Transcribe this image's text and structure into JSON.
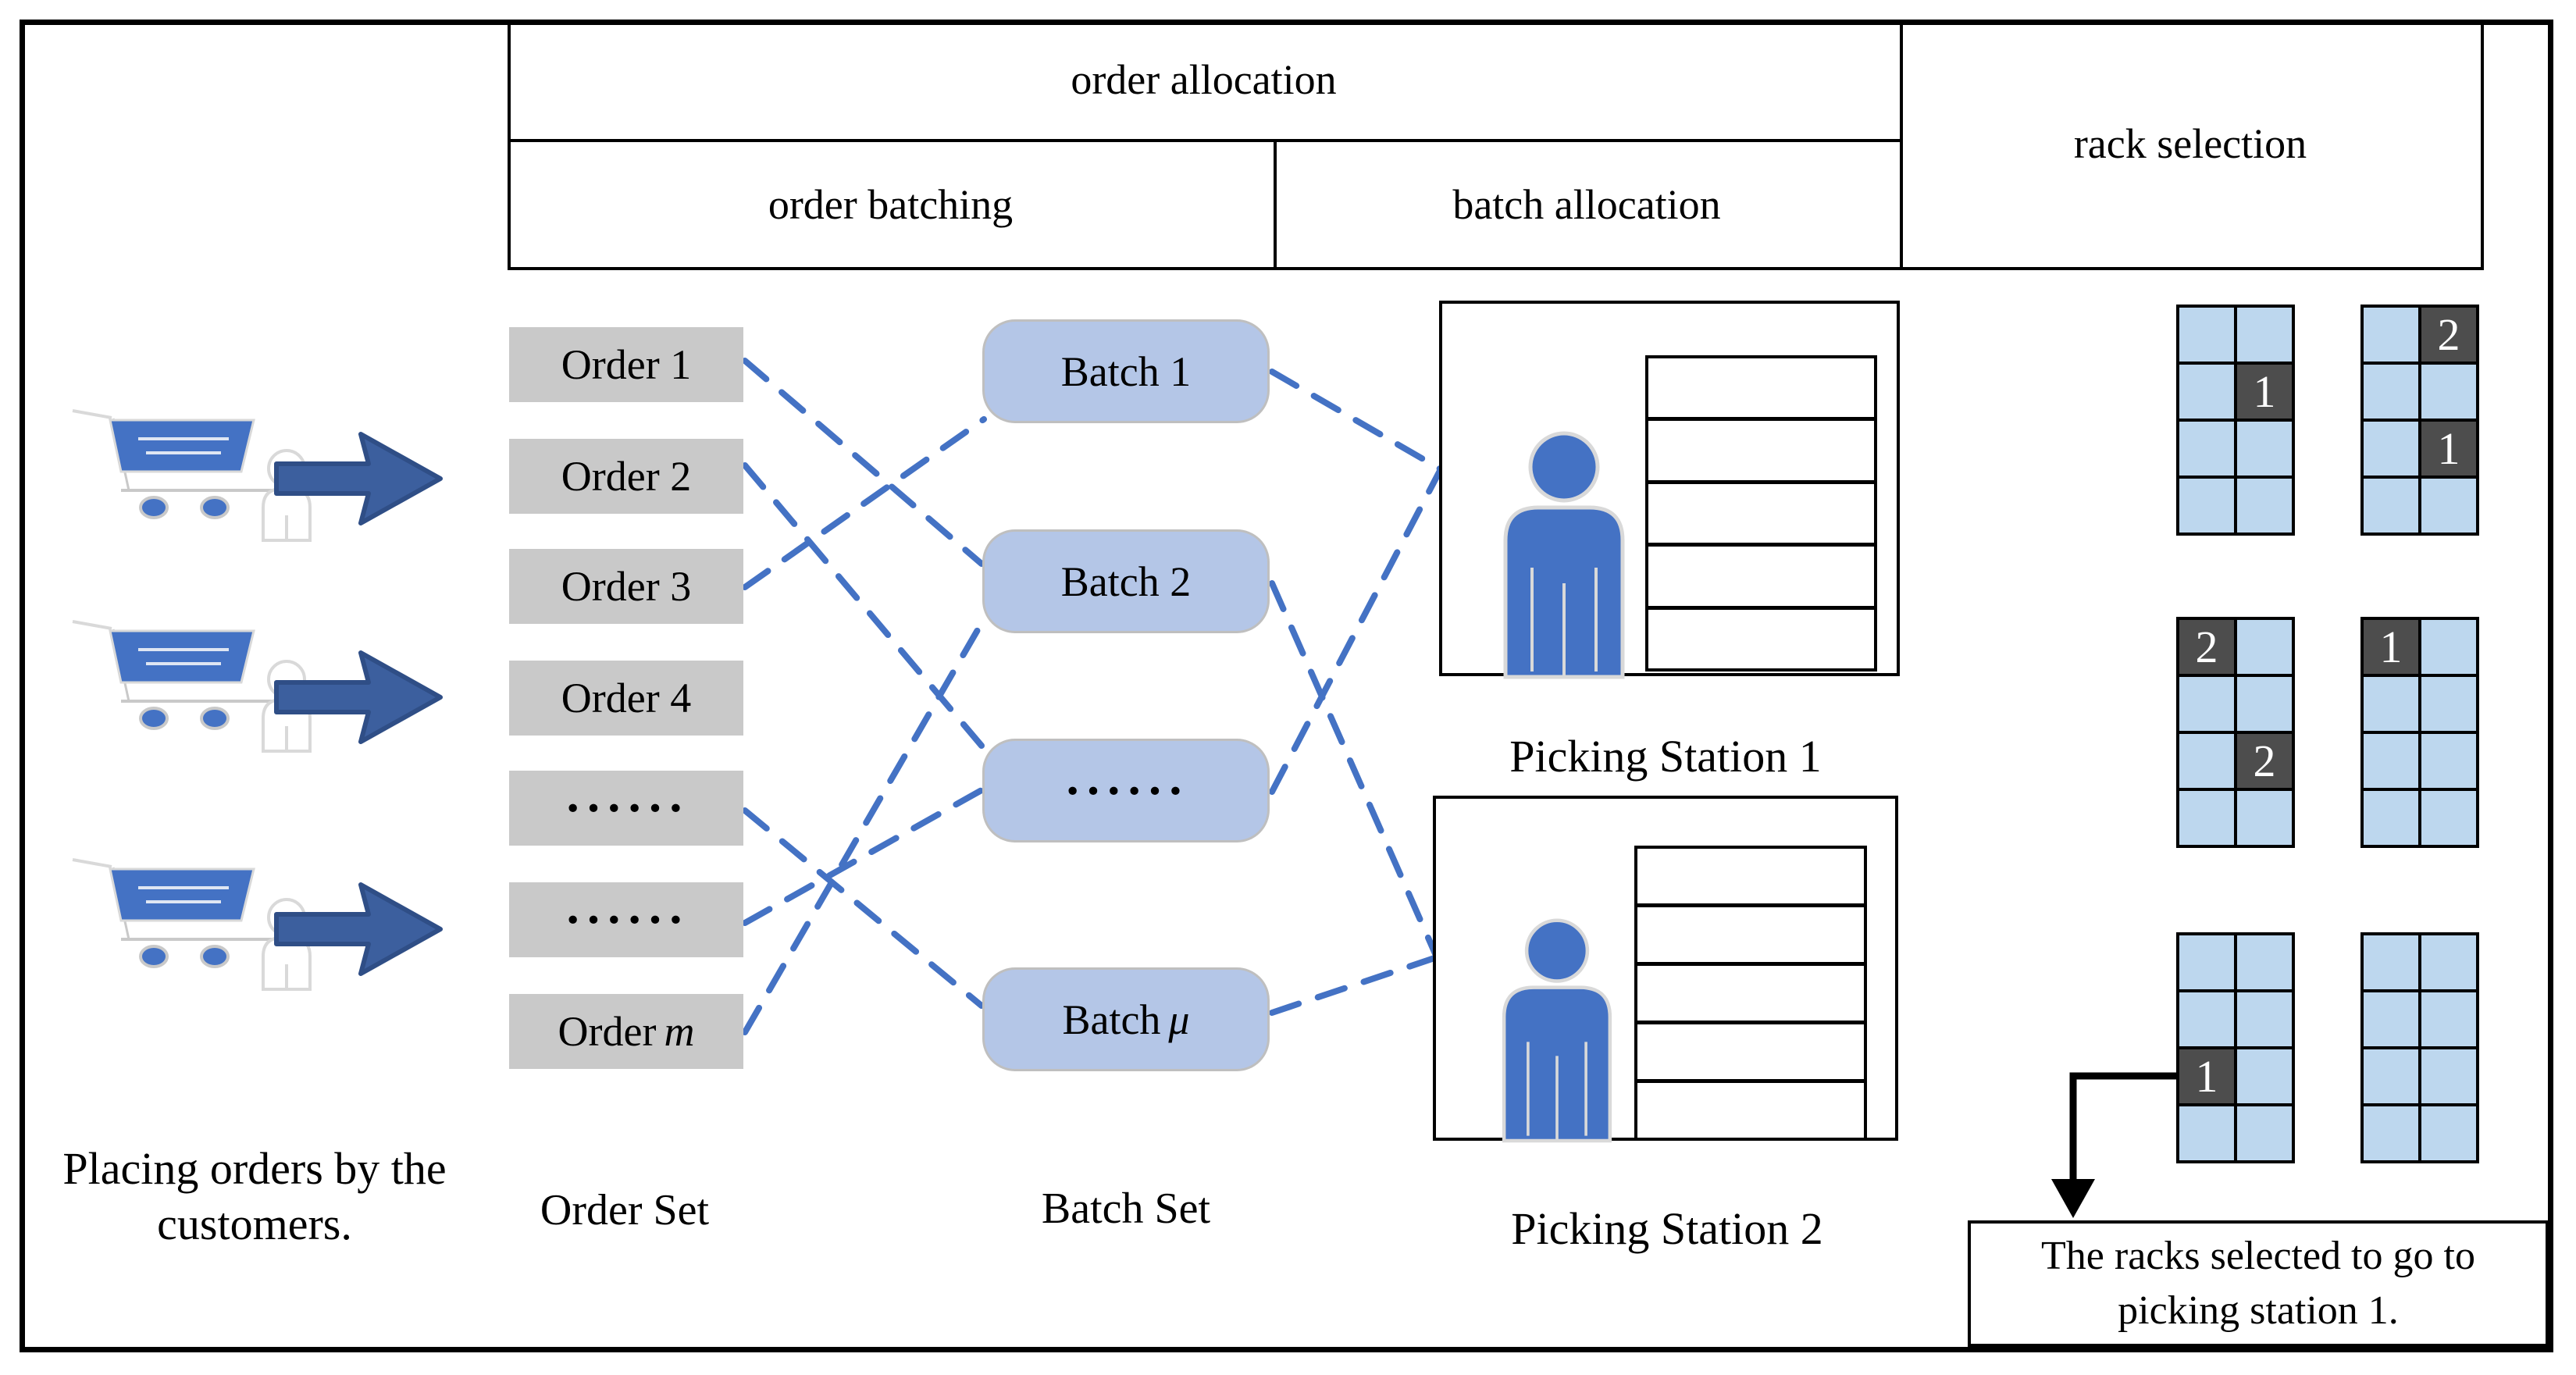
{
  "header": {
    "order_allocation": "order allocation",
    "order_batching": "order batching",
    "batch_allocation": "batch allocation",
    "rack_selection": "rack selection"
  },
  "customers_caption": {
    "line1": "Placing orders by the",
    "line2": "customers."
  },
  "order_set": {
    "label": "Order Set",
    "items": [
      {
        "text": "Order 1"
      },
      {
        "text": "Order 2"
      },
      {
        "text": "Order 3"
      },
      {
        "text": "Order 4"
      },
      {
        "text": "······"
      },
      {
        "text": "······"
      },
      {
        "text": "Order",
        "italic": "m"
      }
    ]
  },
  "batch_set": {
    "label": "Batch Set",
    "items": [
      {
        "text": "Batch 1"
      },
      {
        "text": "Batch 2"
      },
      {
        "text": "······"
      },
      {
        "text": "Batch",
        "italic": "μ"
      }
    ]
  },
  "picking_stations": [
    {
      "label": "Picking Station 1"
    },
    {
      "label": "Picking Station 2"
    }
  ],
  "rack_selection_grids": [
    {
      "name": "rack-grid-1",
      "rows": 4,
      "cols": 2,
      "marked": [
        {
          "row": 2,
          "col": 2,
          "label": "1"
        }
      ]
    },
    {
      "name": "rack-grid-2",
      "rows": 4,
      "cols": 2,
      "marked": [
        {
          "row": 1,
          "col": 2,
          "label": "2"
        },
        {
          "row": 3,
          "col": 2,
          "label": "1"
        }
      ]
    },
    {
      "name": "rack-grid-3",
      "rows": 4,
      "cols": 2,
      "marked": [
        {
          "row": 1,
          "col": 1,
          "label": "2"
        },
        {
          "row": 3,
          "col": 2,
          "label": "2"
        }
      ]
    },
    {
      "name": "rack-grid-4",
      "rows": 4,
      "cols": 2,
      "marked": [
        {
          "row": 1,
          "col": 1,
          "label": "1"
        }
      ]
    },
    {
      "name": "rack-grid-5",
      "rows": 4,
      "cols": 2,
      "marked": [
        {
          "row": 3,
          "col": 1,
          "label": "1"
        }
      ]
    },
    {
      "name": "rack-grid-6",
      "rows": 4,
      "cols": 2,
      "marked": []
    }
  ],
  "callout": {
    "line1": "The racks selected to go to",
    "line2": "picking station 1."
  },
  "connections": {
    "order_to_batch": [
      {
        "from": "Order 1",
        "to": "Batch 2"
      },
      {
        "from": "Order 2",
        "to": "Batch 3 (······)"
      },
      {
        "from": "Order 3",
        "to": "Batch 1"
      },
      {
        "from": "Order 5 (······)",
        "to": "Batch μ"
      },
      {
        "from": "Order 6 (······)",
        "to": "Batch 3 (······)"
      },
      {
        "from": "Order m",
        "to": "Batch 2"
      }
    ],
    "batch_to_station": [
      {
        "from": "Batch 1",
        "to": "Picking Station 1"
      },
      {
        "from": "Batch 3 (······)",
        "to": "Picking Station 1"
      },
      {
        "from": "Batch 2",
        "to": "Picking Station 2"
      },
      {
        "from": "Batch μ",
        "to": "Picking Station 2"
      }
    ]
  },
  "colors": {
    "dash": "#4472c4",
    "arrow_fill": "#3c5f9e",
    "arrow_border": "#2f4e86",
    "order_box": "#c9c9c9",
    "batch_box": "#b4c6e7",
    "rack_cell": "#bdd7ee",
    "rack_marked": "#4d4d4d",
    "person": "#4472c4",
    "outline_gray": "#d9d9d9"
  }
}
